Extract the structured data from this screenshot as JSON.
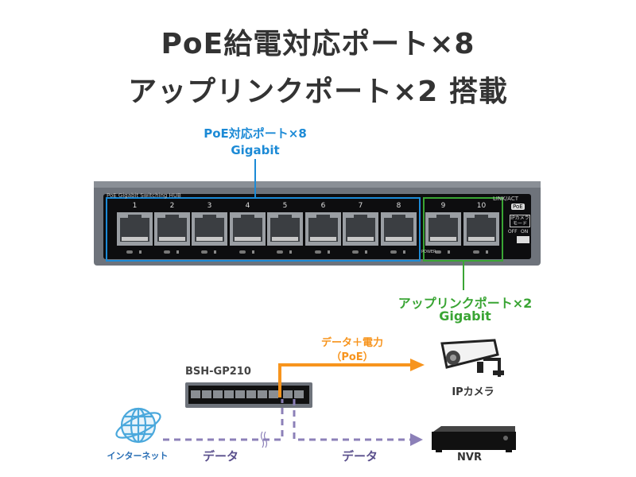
{
  "headline": {
    "line1": "PoE給電対応ポート×8",
    "line2": "アップリンクポート×2 搭載"
  },
  "poe_callout": {
    "line1": "PoE対応ポート×8",
    "line2": "Gigabit",
    "color": "#1c8ad6"
  },
  "uplink_callout": {
    "line1": "アップリンクポート×2",
    "line2": "Gigabit",
    "color": "#3aa534"
  },
  "switch_panel": {
    "brand_text": "PoE Gigabit Switching HUB",
    "port_numbers": [
      "1",
      "2",
      "3",
      "4",
      "5",
      "6",
      "7",
      "8",
      "9",
      "10"
    ],
    "link_act": "LINK/ACT",
    "poe_badge": "PoE",
    "mode_label": "IPカメラ モード",
    "mode_off": "OFF",
    "mode_on": "ON",
    "power_label": "POWER"
  },
  "diagram": {
    "model": "BSH-GP210",
    "poe_flow_label": "データ＋電力",
    "poe_flow_sub": "（PoE）",
    "camera_label": "IPカメラ",
    "internet_label": "インターネット",
    "data_label_left": "データ",
    "data_label_right": "データ",
    "nvr_label": "NVR",
    "poe_color": "#f7941d",
    "data_color": "#8c80b8"
  }
}
